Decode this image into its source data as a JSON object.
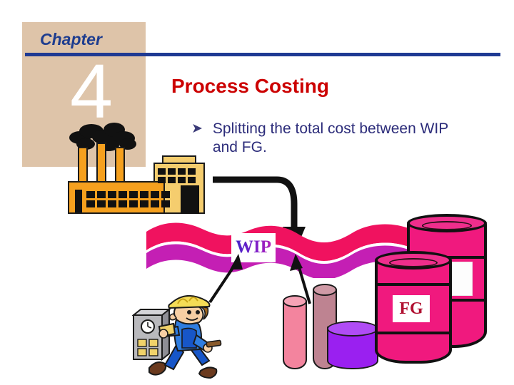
{
  "slide": {
    "chapter_word": "Chapter",
    "chapter_number": "4",
    "title": "Process Costing",
    "bullet_glyph": "➤",
    "bullets": [
      "Splitting the total cost between WIP and FG."
    ]
  },
  "diagram": {
    "wip_label": "WIP",
    "fg_label": "FG",
    "flow": {
      "source": "factory",
      "stage": "WIP",
      "output": "FG",
      "inputs": [
        "labor (worker / time clock)",
        "materials (cylinders)"
      ]
    },
    "elements": [
      {
        "name": "factory",
        "label": ""
      },
      {
        "name": "process-wave",
        "label": "WIP"
      },
      {
        "name": "finished-goods-barrels",
        "label": "FG"
      },
      {
        "name": "material-cylinders",
        "label": ""
      },
      {
        "name": "worker-with-timecard",
        "label": ""
      },
      {
        "name": "time-clock",
        "label": ""
      }
    ]
  },
  "colors": {
    "chapter_panel": "#DEC4A9",
    "rule": "#1F3A93",
    "chapter_text": "#1E3D8F",
    "title_red": "#CC0000",
    "bullet_navy": "#2C2C7A",
    "wave_top_pink": "#F0125F",
    "wave_bottom_magenta": "#C41FB4",
    "barrel_pink": "#F0197E",
    "cylinder_light_pink": "#F3849E",
    "cylinder_mauve": "#BE8391",
    "cylinder_purple": "#9A20F0",
    "factory_orange": "#F5A01E",
    "factory_tan": "#F5CD6E",
    "wip_text": "#6A1FC4",
    "fg_text": "#B01030"
  }
}
